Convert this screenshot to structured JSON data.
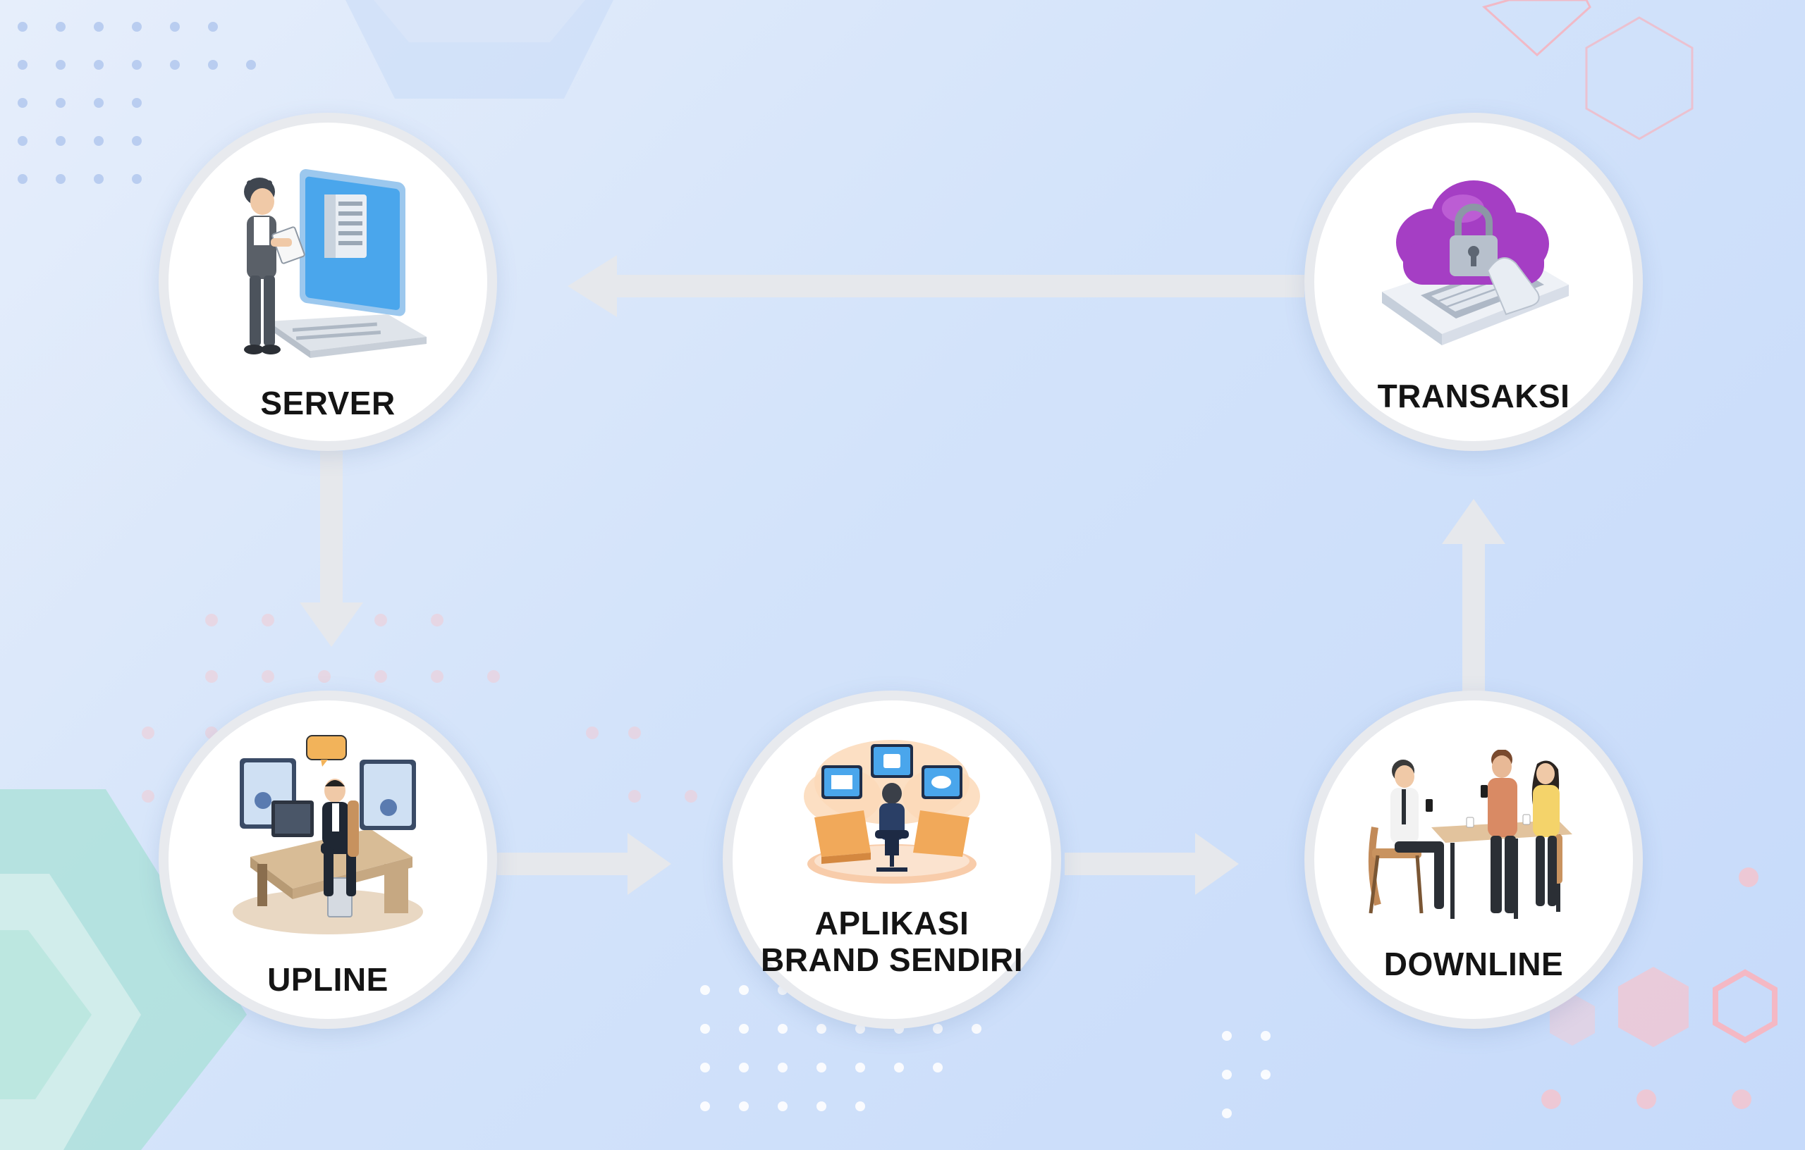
{
  "diagram": {
    "nodes": [
      {
        "id": "server",
        "label": "SERVER",
        "icon": "technician-server-icon"
      },
      {
        "id": "transaksi",
        "label": "TRANSAKSI",
        "icon": "cloud-lock-keyboard-icon"
      },
      {
        "id": "upline",
        "label": "UPLINE",
        "icon": "office-desk-worker-icon"
      },
      {
        "id": "aplikasi",
        "label_line1": "APLIKASI",
        "label_line2": "BRAND SENDIRI",
        "icon": "multi-monitor-workstation-icon"
      },
      {
        "id": "downline",
        "label": "DOWNLINE",
        "icon": "people-meeting-table-icon"
      }
    ],
    "edges": [
      {
        "from": "transaksi",
        "to": "server"
      },
      {
        "from": "server",
        "to": "upline"
      },
      {
        "from": "upline",
        "to": "aplikasi"
      },
      {
        "from": "aplikasi",
        "to": "downline"
      },
      {
        "from": "downline",
        "to": "transaksi"
      }
    ],
    "colors": {
      "background_start": "#e6eefb",
      "background_end": "#c6dafa",
      "node_fill": "#ffffff",
      "node_border": "#e8eaee",
      "arrow": "#e6e8ec",
      "label_text": "#141414",
      "accent_teal": "#9fdcd2",
      "accent_pink": "#f3b9c4",
      "cloud_purple": "#a53ec4"
    }
  }
}
